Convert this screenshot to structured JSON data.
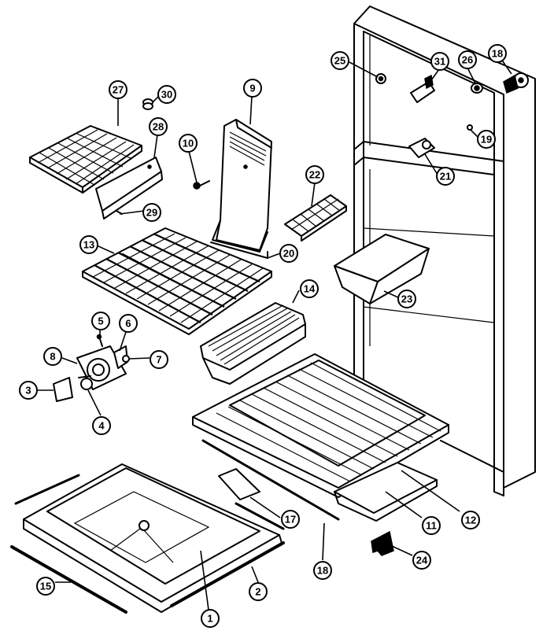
{
  "callouts": [
    {
      "id": "27",
      "label": "27"
    },
    {
      "id": "30",
      "label": "30"
    },
    {
      "id": "28",
      "label": "28"
    },
    {
      "id": "29",
      "label": "29"
    },
    {
      "id": "9",
      "label": "9"
    },
    {
      "id": "10a",
      "label": "10"
    },
    {
      "id": "22",
      "label": "22"
    },
    {
      "id": "20",
      "label": "20"
    },
    {
      "id": "13",
      "label": "13"
    },
    {
      "id": "25",
      "label": "25"
    },
    {
      "id": "31",
      "label": "31"
    },
    {
      "id": "26",
      "label": "26"
    },
    {
      "id": "18a",
      "label": "18"
    },
    {
      "id": "19",
      "label": "19"
    },
    {
      "id": "21",
      "label": "21"
    },
    {
      "id": "23",
      "label": "23"
    },
    {
      "id": "14",
      "label": "14"
    },
    {
      "id": "5",
      "label": "5"
    },
    {
      "id": "6",
      "label": "6"
    },
    {
      "id": "7",
      "label": "7"
    },
    {
      "id": "8",
      "label": "8"
    },
    {
      "id": "3",
      "label": "3"
    },
    {
      "id": "4",
      "label": "4"
    },
    {
      "id": "17",
      "label": "17"
    },
    {
      "id": "12",
      "label": "12"
    },
    {
      "id": "11",
      "label": "11"
    },
    {
      "id": "24",
      "label": "24"
    },
    {
      "id": "15",
      "label": "15"
    },
    {
      "id": "2",
      "label": "2"
    },
    {
      "id": "1",
      "label": "1"
    },
    {
      "id": "18b",
      "label": "18"
    }
  ]
}
